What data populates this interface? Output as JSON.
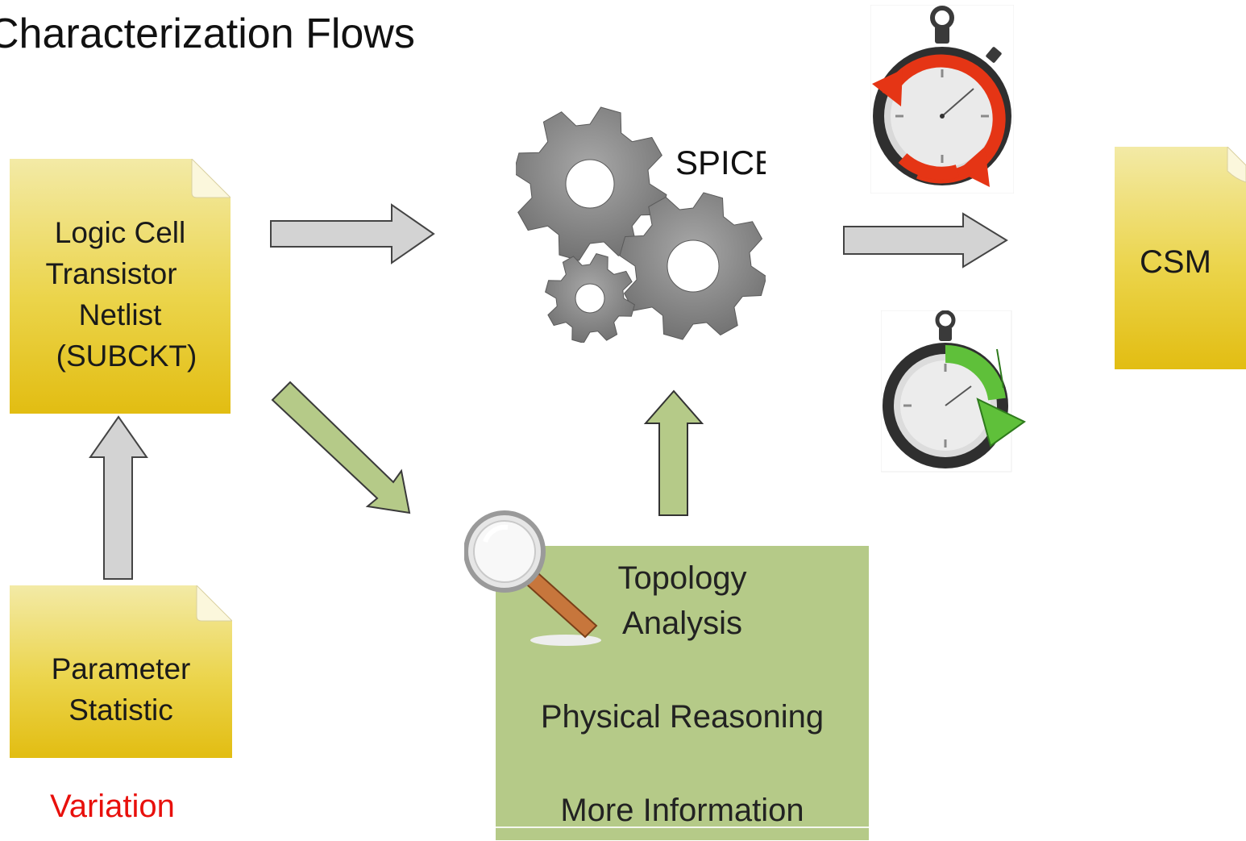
{
  "title": "Characterization Flows",
  "netlist_doc": {
    "lines": [
      "Logic Cell",
      "Transistor",
      "Netlist",
      "(SUBCKT)"
    ]
  },
  "parameter_doc": {
    "lines": [
      "Parameter",
      "Statistic"
    ]
  },
  "variation_label": "Variation",
  "spice_label": "SPICE",
  "csm_doc": {
    "label": "CSM"
  },
  "topology_box": {
    "heading_lines": [
      "Topology",
      "Analysis"
    ],
    "reasoning": "Physical Reasoning",
    "more_info": "More Information"
  },
  "colors": {
    "doc_yellow_top": "#f2e79a",
    "doc_yellow_bottom": "#e7c414",
    "gray_arrow": "#d3d3d3",
    "green_arrow": "#b5ca88",
    "topology_box": "#b5ca88",
    "variation_text": "#e8100c",
    "timer_red_ring": "#e53515",
    "timer_green_arrow": "#5fc03a"
  },
  "icons": [
    "gears-icon",
    "stopwatch-icon",
    "magnifier-icon",
    "document-icon"
  ]
}
